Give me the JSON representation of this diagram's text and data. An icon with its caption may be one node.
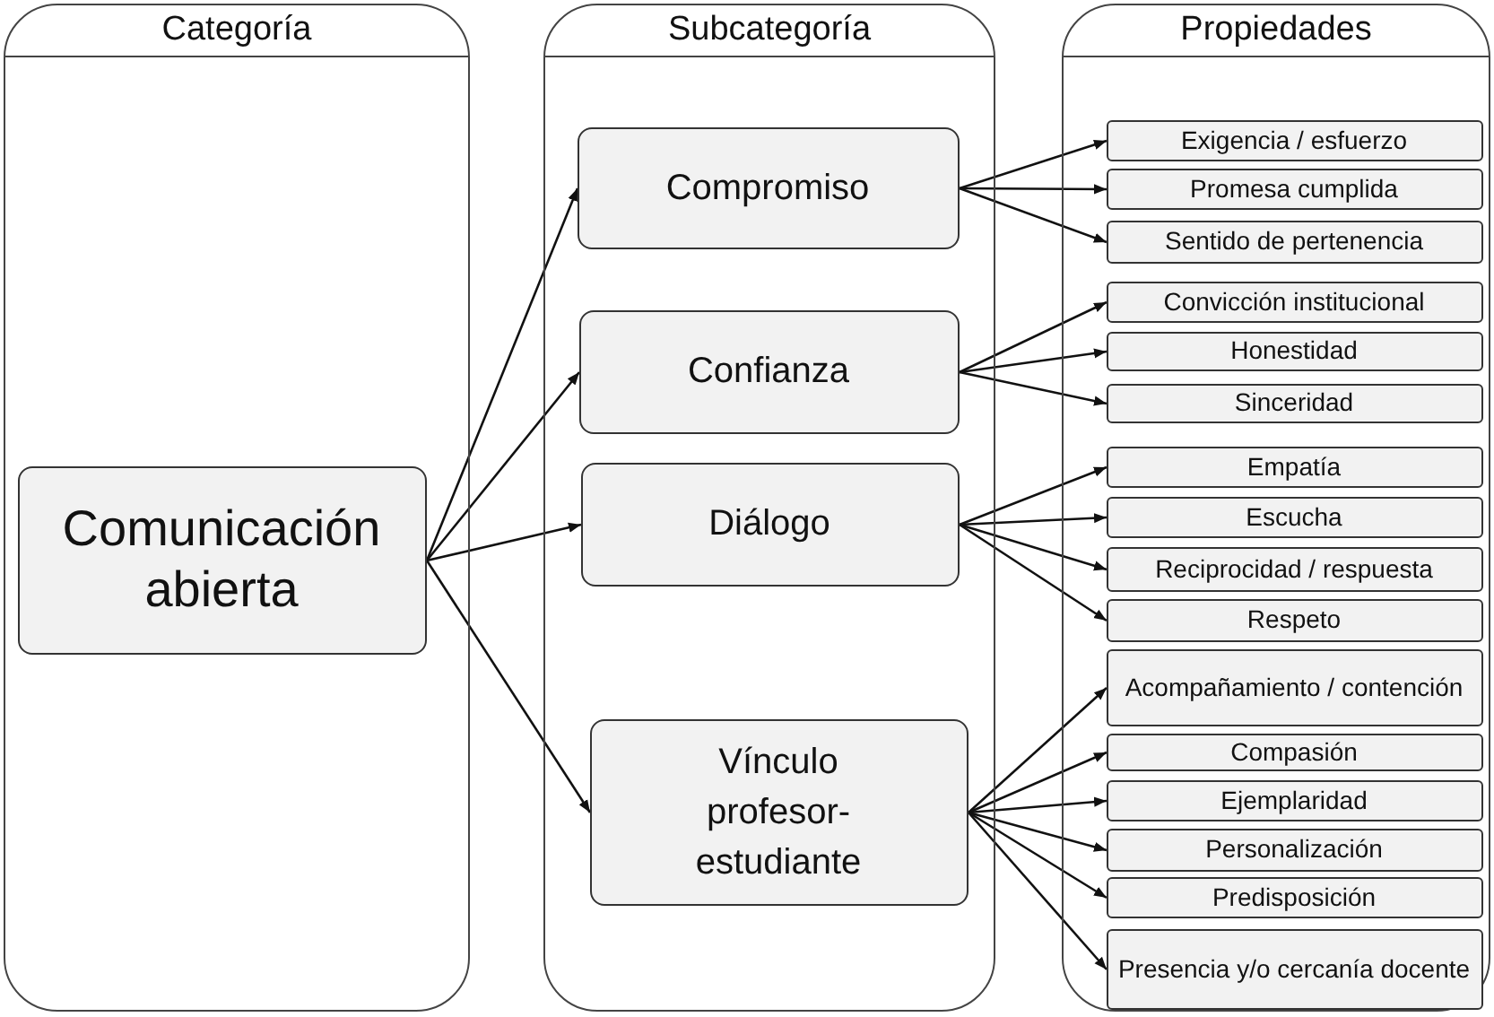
{
  "diagram": {
    "nodes": [
      {
        "text": [
          "Categoría"
        ]
      },
      {
        "text": [
          "Subcategoría"
        ]
      },
      {
        "text": [
          "Propiedades"
        ]
      },
      {
        "text": [
          "Comunicación abierta"
        ],
        "in": 0
      },
      {
        "text": [
          "Compromiso"
        ],
        "in": 1
      },
      {
        "text": [
          "Confianza"
        ],
        "in": 1
      },
      {
        "text": [
          "Diálogo"
        ],
        "in": 1
      },
      {
        "text": [
          "Vínculo profesor-estudiante"
        ],
        "in": 1
      },
      {
        "text": [
          "Exigencia / esfuerzo"
        ],
        "in": 2
      },
      {
        "text": [
          "Promesa cumplida"
        ],
        "in": 2
      },
      {
        "text": [
          "Sentido de pertenencia"
        ],
        "in": 2
      },
      {
        "text": [
          "Convicción institucional"
        ],
        "in": 2
      },
      {
        "text": [
          "Honestidad"
        ],
        "in": 2
      },
      {
        "text": [
          "Sinceridad"
        ],
        "in": 2
      },
      {
        "text": [
          "Empatía"
        ],
        "in": 2
      },
      {
        "text": [
          "Escucha"
        ],
        "in": 2
      },
      {
        "text": [
          "Reciprocidad / respuesta"
        ],
        "in": 2
      },
      {
        "text": [
          "Respeto"
        ],
        "in": 2
      },
      {
        "text": [
          "Acompañamiento / contención"
        ],
        "in": 2
      },
      {
        "text": [
          "Compasión"
        ],
        "in": 2
      },
      {
        "text": [
          "Ejemplaridad"
        ],
        "in": 2
      },
      {
        "text": [
          "Personalización"
        ],
        "in": 2
      },
      {
        "text": [
          "Predisposición"
        ],
        "in": 2
      },
      {
        "text": [
          "Presencia y/o cercanía docente"
        ],
        "in": 2
      }
    ],
    "edges": [
      {
        "from": 3,
        "to": 4,
        "arrow": "to"
      },
      {
        "from": 3,
        "to": 5,
        "arrow": "to"
      },
      {
        "from": 3,
        "to": 6,
        "arrow": "to"
      },
      {
        "from": 3,
        "to": 7,
        "arrow": "to"
      },
      {
        "from": 4,
        "to": 8,
        "arrow": "to"
      },
      {
        "from": 4,
        "to": 9,
        "arrow": "to"
      },
      {
        "from": 4,
        "to": 10,
        "arrow": "to"
      },
      {
        "from": 5,
        "to": 11,
        "arrow": "to"
      },
      {
        "from": 5,
        "to": 12,
        "arrow": "to"
      },
      {
        "from": 5,
        "to": 13,
        "arrow": "to"
      },
      {
        "from": 6,
        "to": 14,
        "arrow": "to"
      },
      {
        "from": 6,
        "to": 15,
        "arrow": "to"
      },
      {
        "from": 6,
        "to": 16,
        "arrow": "to"
      },
      {
        "from": 6,
        "to": 17,
        "arrow": "to"
      },
      {
        "from": 7,
        "to": 18,
        "arrow": "to"
      },
      {
        "from": 7,
        "to": 19,
        "arrow": "to"
      },
      {
        "from": 7,
        "to": 20,
        "arrow": "to"
      },
      {
        "from": 7,
        "to": 21,
        "arrow": "to"
      },
      {
        "from": 7,
        "to": 22,
        "arrow": "to"
      },
      {
        "from": 7,
        "to": 23,
        "arrow": "to"
      }
    ]
  }
}
